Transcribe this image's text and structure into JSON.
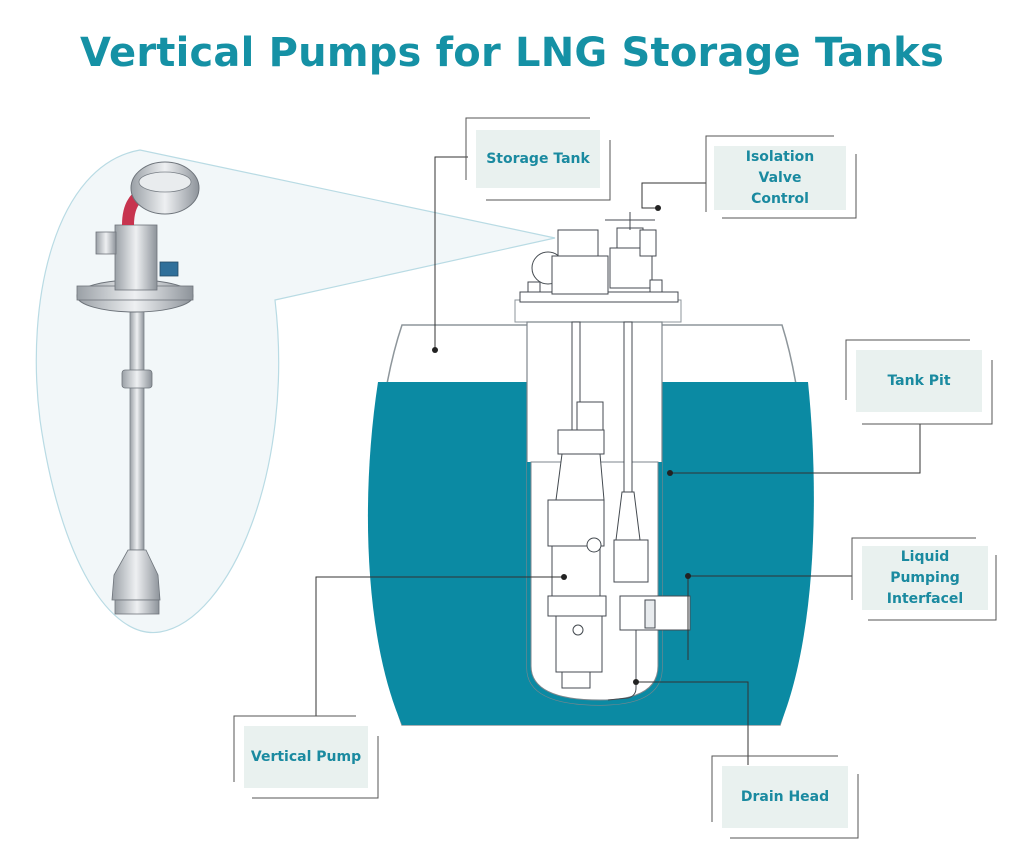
{
  "title": "Vertical Pumps for LNG Storage Tanks",
  "colors": {
    "accent": "#1591a5",
    "liquid": "#0b8aa3",
    "label_bg": "#e9f1ef",
    "steel": "#c9cdd1"
  },
  "labels": {
    "storage_tank": "Storage Tank",
    "isolation_valve": [
      "Isolation",
      "Valve",
      "Control"
    ],
    "tank_pit": "Tank Pit",
    "liquid_pumping": [
      "Liquid",
      "Pumping",
      "Interfacel"
    ],
    "vertical_pump": "Vertical Pump",
    "drain_head": "Drain Head"
  }
}
